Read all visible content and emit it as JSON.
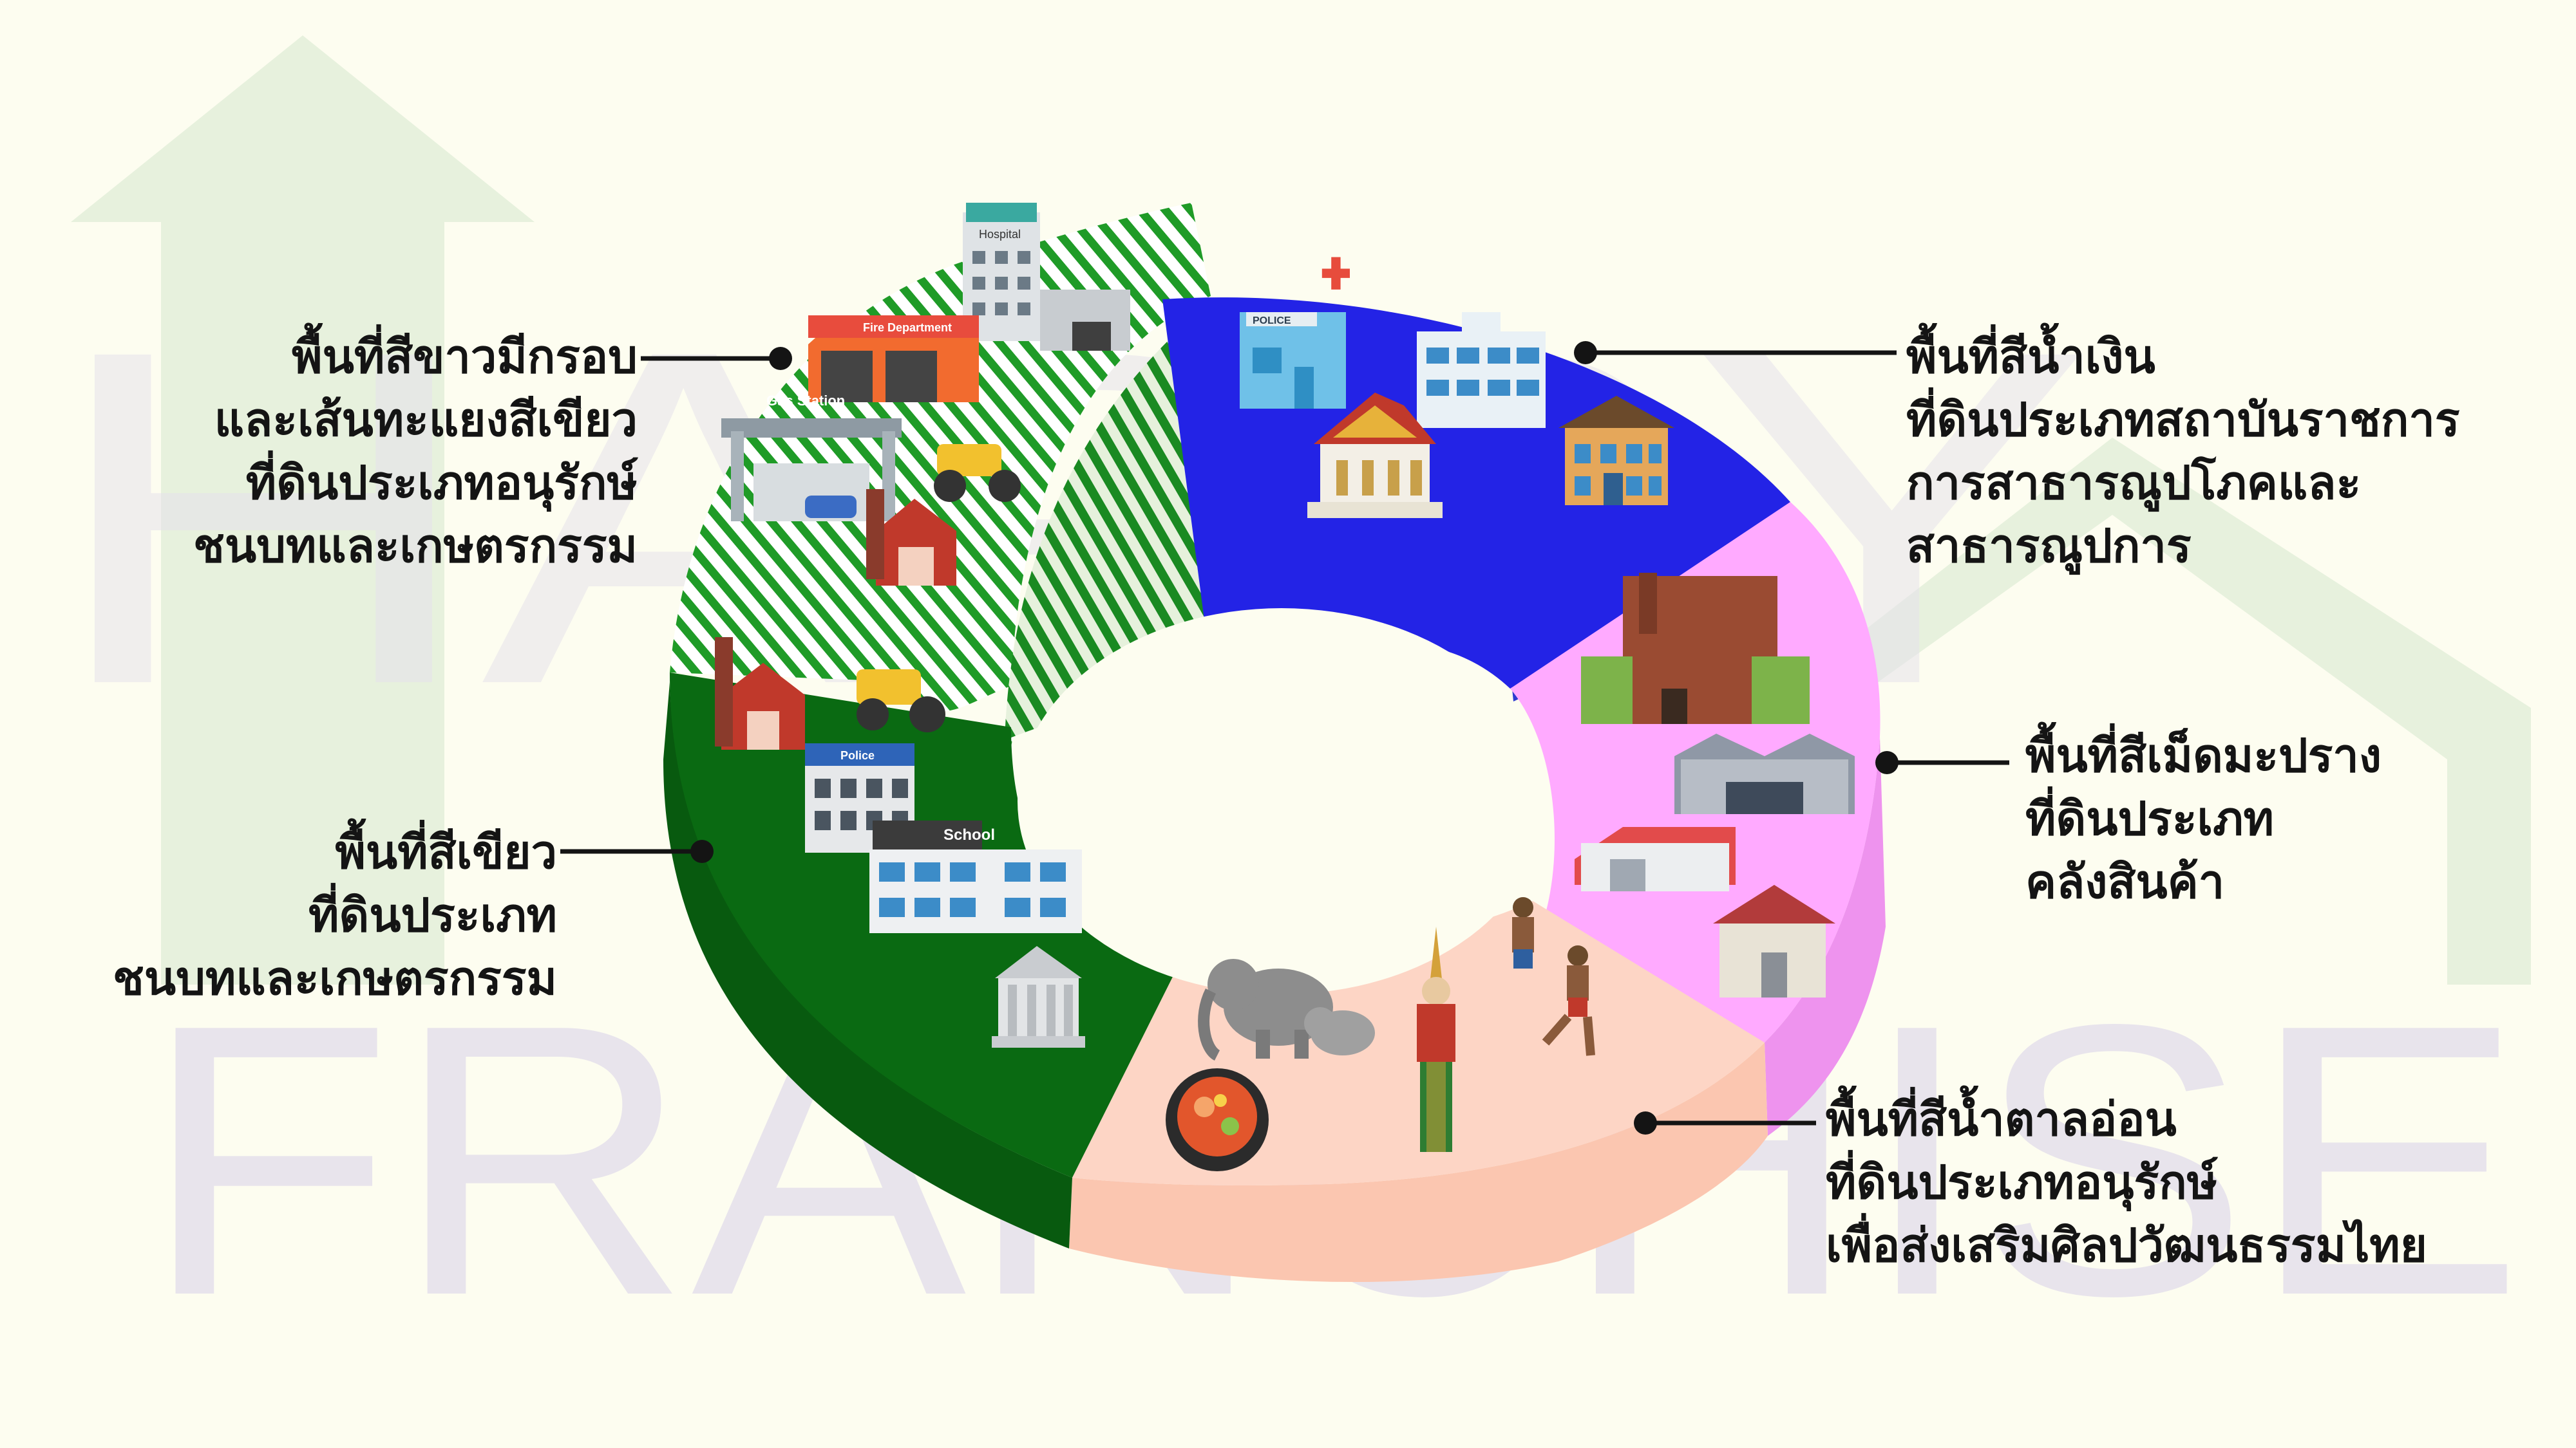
{
  "watermark": {
    "line1": "HAPPY",
    "line2": "FRANCHISE"
  },
  "building_signs": {
    "hospital": "Hospital",
    "fire_department": "Fire Department",
    "gas_station": "Gas Station",
    "police_top": "POLICE",
    "police_left": "Police",
    "school": "School"
  },
  "callouts": {
    "white_green_hatched": [
      "พื้นที่สีขาวมีกรอบ",
      "และเส้นทะแยงสีเขียว",
      "ที่ดินประเภทอนุรักษ์",
      "ชนบทและเกษตรกรรม"
    ],
    "blue": [
      "พื้นที่สีน้ำเงิน",
      "ที่ดินประเภทสถาบันราชการ",
      "การสาธารณูปโภคและ",
      "สาธารณูปการ"
    ],
    "pink": [
      "พื้นที่สีเม็ดมะปราง",
      "ที่ดินประเภท",
      "คลังสินค้า"
    ],
    "light_brown": [
      "พื้นที่สีน้ำตาลอ่อน",
      "ที่ดินประเภทอนุรักษ์",
      "เพื่อส่งเสริมศิลปวัฒนธรรมไทย"
    ],
    "green": [
      "พื้นที่สีเขียว",
      "ที่ดินประเภท",
      "ชนบทและเกษตรกรรม"
    ]
  },
  "colors": {
    "background": "#fdfdf0",
    "blue": "#2323e6",
    "pink": "#ffaaff",
    "light_brown": "#fdd5c5",
    "green": "#0a6a12",
    "hatch_green": "#1f9b27",
    "watermark_purple": "#e6e2ec",
    "watermark_green": "#e7f1dd"
  }
}
